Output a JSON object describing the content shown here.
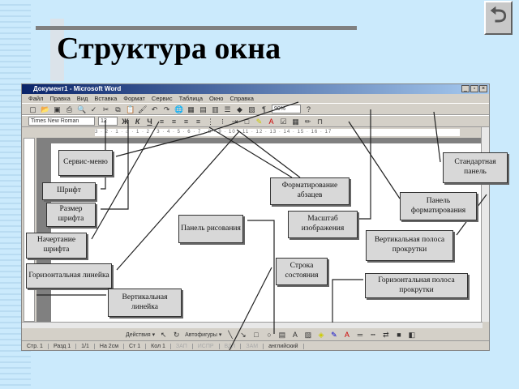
{
  "slide": {
    "title": "Структура окна",
    "back_icon": "u-turn-arrow-icon"
  },
  "window": {
    "title": "Документ1 - Microsoft Word",
    "buttons": [
      "_",
      "▫",
      "×"
    ]
  },
  "menu": [
    "Файл",
    "Правка",
    "Вид",
    "Вставка",
    "Формат",
    "Сервис",
    "Таблица",
    "Окно",
    "Справка"
  ],
  "formatting": {
    "font": "Times New Roman",
    "size": "12",
    "bold": "Ж",
    "italic": "К",
    "underline": "Ч"
  },
  "standard": {
    "zoom": "90%"
  },
  "ruler": {
    "scale": "3 · 2 · 1 · ⌂ · 1 · 2 · 3 · 4 · 5 · 6 · 7 · 8 · 9 · 10 · 11 · 12 · 13 · 14 · 15 · 16 · 17"
  },
  "drawing": {
    "actions": "Действия ▾",
    "autoshapes": "Автофигуры ▾"
  },
  "status": {
    "page": "Стр. 1",
    "section": "Разд 1",
    "pages": "1/1",
    "at": "На 2см",
    "line": "Ст 1",
    "col": "Кол 1",
    "rec": "ЗАП",
    "trk": "ИСПР",
    "ext": "ВДЛ",
    "ovr": "ЗАМ",
    "lang": "английский"
  },
  "callouts": {
    "service_menu": "Сервис-меню",
    "font": "Шрифт",
    "font_size": "Размер шрифта",
    "font_style": "Начертание шрифта",
    "hruler": "Горизонтальная линейка",
    "vruler": "Вертикальная линейка",
    "drawing_panel": "Панель рисования",
    "paragraph": "Форматирование абзацев",
    "zoom": "Масштаб изображения",
    "standard": "Стандартная панель",
    "formatting": "Панель форматирования",
    "vscroll": "Вертикальная полоса прокрутки",
    "statusbar": "Строка состояния",
    "hscroll": "Горизонтальная полоса прокрутки"
  }
}
